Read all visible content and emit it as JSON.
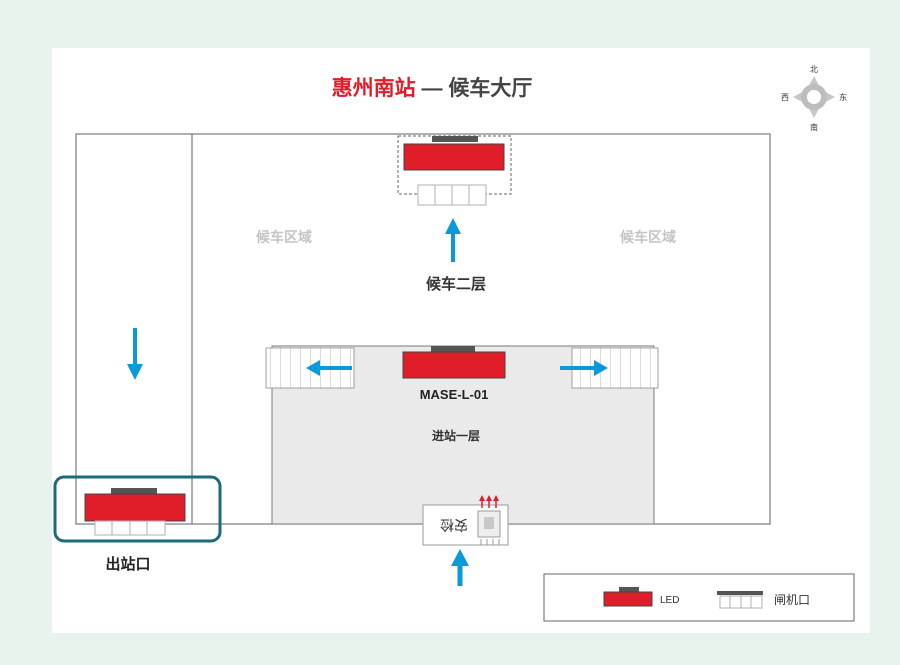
{
  "title": {
    "station": "惠州南站",
    "separator": " — ",
    "hall": "候车大厅"
  },
  "compass": {
    "north": "北",
    "south": "南",
    "east": "东",
    "west": "西"
  },
  "areas": {
    "waiting_left": "候车区域",
    "waiting_right": "候车区域",
    "second_floor": "候车二层",
    "first_floor": "进站一层",
    "exit": "出站口",
    "security": "安检"
  },
  "led_id": "MASE-L-01",
  "legend": {
    "led_label": "LED",
    "gate_label": "闸机口"
  },
  "colors": {
    "red": "#e11d2a",
    "blue": "#0a99d9",
    "teal": "#1c6b78",
    "title_red": "#e11d2a",
    "title_dark": "#444444",
    "ghost_text": "#c4c4c4"
  }
}
